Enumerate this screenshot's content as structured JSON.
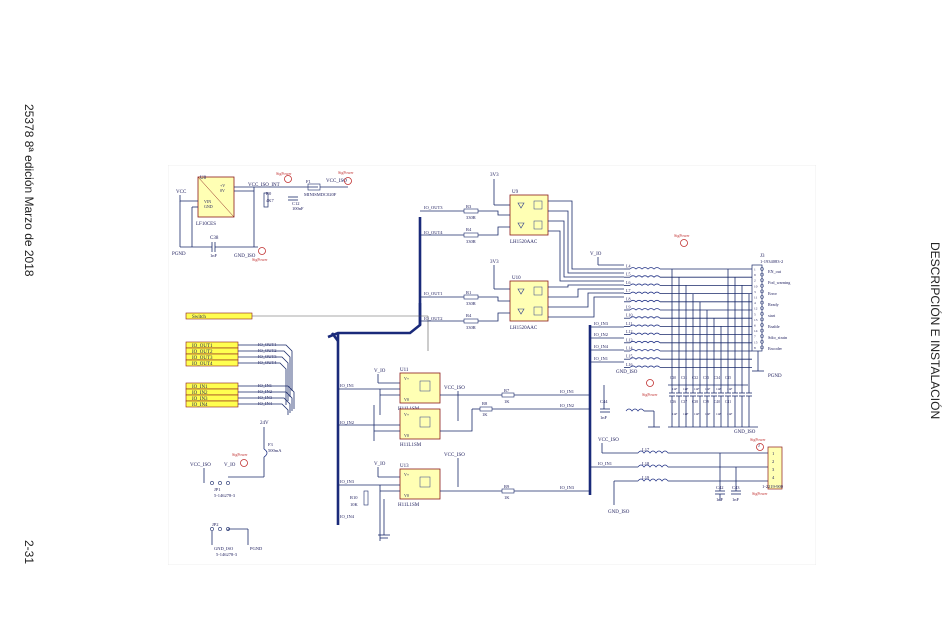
{
  "page_margin": {
    "left_top": "25378 8ª edición Marzo de 2018",
    "left_bottom": "2-31",
    "right": "DESCRIPCIÓN E INSTALACIÓN"
  },
  "schematic": {
    "power": {
      "u8_ref": "U8",
      "u8_part": "LF10CES",
      "u8_pins": [
        "VIN",
        "GND",
        "+V",
        "0V"
      ],
      "vcc": "VCC",
      "pgnd": "PGND",
      "c38": "C38",
      "c38_val": "1nF",
      "gnd_iso": "GND_ISO",
      "vcc_iso": "VCC_ISO",
      "vcc_iso_int": "VCC_ISO_INT",
      "r0": "R0",
      "r0_val": "4K7",
      "c12": "C12",
      "c12_val": "100nF",
      "f1": "F1",
      "f1_val": "MINISMDC020F",
      "sigpower": "SigPower"
    },
    "hierarchy_labels": {
      "switch": "Switch",
      "outputs": [
        "IO_OUT1",
        "IO_OUT2",
        "IO_OUT3",
        "IO_OUT4"
      ],
      "inputs": [
        "IO_IN1",
        "IO_IN2",
        "IO_IN3",
        "IO_IN4"
      ]
    },
    "optocouplers_out": [
      {
        "ref": "U9",
        "part": "LH1520AAC",
        "r_a": "R3",
        "r_b": "R4",
        "r_val": "330R",
        "net_a": "IO_OUT3",
        "net_b": "IO_OUT4",
        "pwr": "3V3"
      },
      {
        "ref": "U10",
        "part": "LH1520AAC",
        "r_a": "R1",
        "r_b": "R4",
        "r_val": "330R",
        "net_a": "IO_OUT1",
        "net_b": "IO_OUT2",
        "pwr": "3V3"
      }
    ],
    "optocouplers_in": [
      {
        "ref": "U11",
        "part": "H11L1SM",
        "net": "IO_IN1",
        "r": "R7",
        "r_val": "1K",
        "out": "IO_IN1"
      },
      {
        "ref": "U12",
        "part": "H11L1SM",
        "net": "IO_IN2",
        "r": "R8",
        "r_val": "1K",
        "out": "IO_IN2"
      },
      {
        "ref": "U13",
        "part": "H11L1SM",
        "net": "IO_IN3",
        "r": "R9",
        "r_val": "1K",
        "out": "IO_IN3"
      }
    ],
    "opto_pins": [
      "V+",
      "V0",
      "GND"
    ],
    "misc": {
      "v_io": "V_IO",
      "r10": "R10",
      "r10_val": "10K",
      "io_in4": "IO_IN4",
      "f3": "F3",
      "f3_val": "500mA",
      "v24": "24V",
      "jp1": "JP1",
      "jp1_part": "5-146278-3",
      "jp2": "JP2",
      "jp2_part": "5-146278-3",
      "gnd_iso_pin": "GND_ISO",
      "pgnd": "PGND",
      "vcc_iso": "VCC_ISO",
      "v_io2": "V_IO"
    },
    "connector_j3": {
      "ref": "J3",
      "part": "1-1934083-2",
      "pins": [
        "EN_out",
        "Fod_warning",
        "Error",
        "Ready",
        "start",
        "Enable",
        "Sdio_strain",
        "Encoder"
      ],
      "ground": "PGND",
      "inductors": [
        "L4",
        "L5",
        "L6",
        "L7",
        "L8",
        "L9",
        "L10",
        "L11",
        "L12",
        "L13",
        "L14",
        "L15",
        "L16"
      ],
      "nets_left": [
        "IO_IN3",
        "IO_IN2",
        "IO_IN4",
        "IO_IN1"
      ],
      "caps_top": [
        "C30",
        "C31",
        "C32",
        "C33",
        "C34",
        "C35"
      ],
      "caps_bot": [
        "C36",
        "C37",
        "C38",
        "C39",
        "C40",
        "C41"
      ],
      "cap_val": "1nF",
      "c44": "C44",
      "c44_val": "1nF",
      "gnd_iso": "GND_ISO"
    },
    "connector_j": {
      "ref": "J",
      "part": "1-2219-900",
      "pins": [
        "1",
        "2",
        "3",
        "4"
      ],
      "inductors": [
        "L17",
        "L18",
        "L19"
      ],
      "net": "IO_IN1",
      "caps": [
        "C42",
        "C43"
      ],
      "cap_val": "1nF",
      "vcc_iso": "VCC_ISO",
      "gnd_iso": "GND_ISO"
    }
  }
}
